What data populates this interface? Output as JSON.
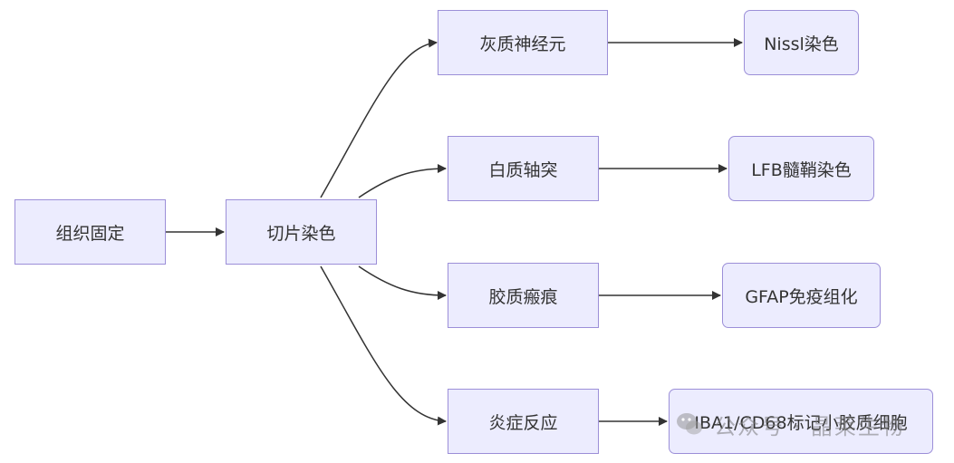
{
  "nodes": {
    "fix": "组织固定",
    "stain": "切片染色",
    "gray": "灰质神经元",
    "white": "白质轴突",
    "glial": "胶质瘢痕",
    "inflam": "炎症反应",
    "nissl": "Nissl染色",
    "lfb": "LFB髓鞘染色",
    "gfap": "GFAP免疫组化",
    "iba1": "IBA1/CD68标记小胶质细胞"
  },
  "watermark": {
    "text": "公众号 · 晶莱生物",
    "icon": "wechat-icon"
  },
  "colors": {
    "node_fill": "#ececfe",
    "node_border": "#9c8fd8",
    "edge": "#333333"
  }
}
